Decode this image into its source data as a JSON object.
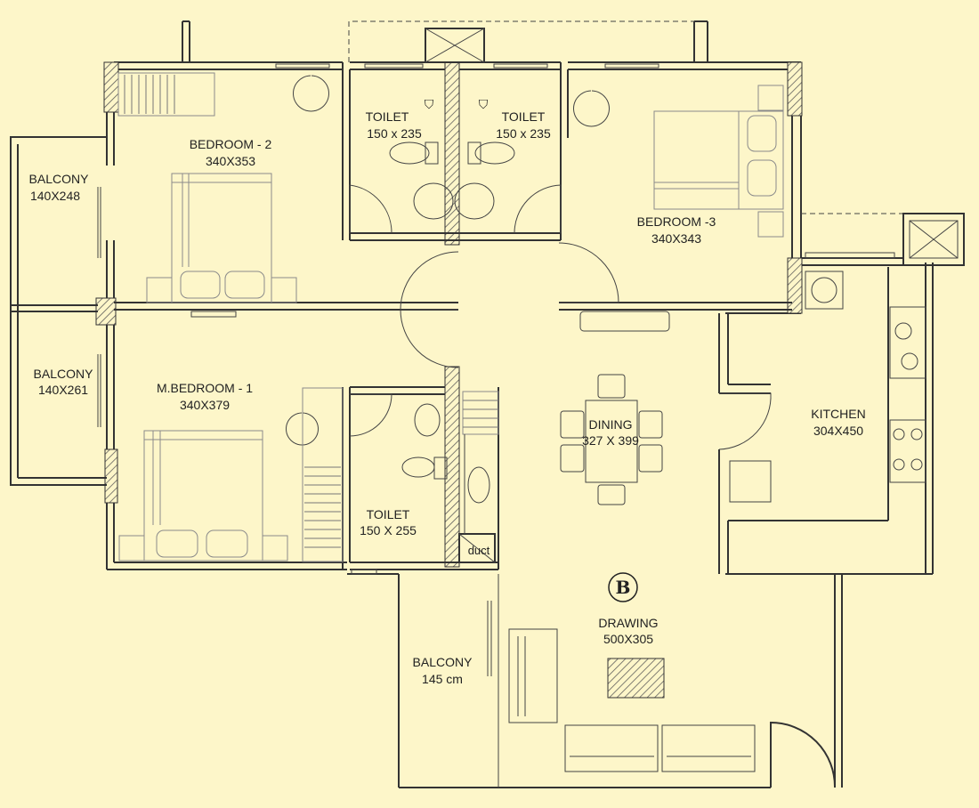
{
  "plan": {
    "rooms": [
      {
        "id": "bedroom-2",
        "name": "BEDROOM - 2",
        "size": "340X353"
      },
      {
        "id": "toilet-a",
        "name": "TOILET",
        "size": "150 x 235"
      },
      {
        "id": "toilet-b",
        "name": "TOILET",
        "size": "150 x 235"
      },
      {
        "id": "bedroom-3",
        "name": "BEDROOM -3",
        "size": "340X343"
      },
      {
        "id": "balcony-1",
        "name": "BALCONY",
        "size": "140X248"
      },
      {
        "id": "balcony-2",
        "name": "BALCONY",
        "size": "140X261"
      },
      {
        "id": "m-bedroom-1",
        "name": "M.BEDROOM - 1",
        "size": "340X379"
      },
      {
        "id": "dining",
        "name": "DINING",
        "size": "327 X 399"
      },
      {
        "id": "kitchen",
        "name": "KITCHEN",
        "size": "304X450"
      },
      {
        "id": "toilet-c",
        "name": "TOILET",
        "size": "150 X 255"
      },
      {
        "id": "drawing",
        "name": "DRAWING",
        "size": "500X305"
      },
      {
        "id": "balcony-3",
        "name": "BALCONY",
        "size": "145 cm"
      }
    ],
    "duct_label": "duct",
    "unit_marker": "B",
    "colors": {
      "background": "#fdf6c9",
      "wall": "#333333",
      "furniture": "#8a8a8a"
    }
  }
}
